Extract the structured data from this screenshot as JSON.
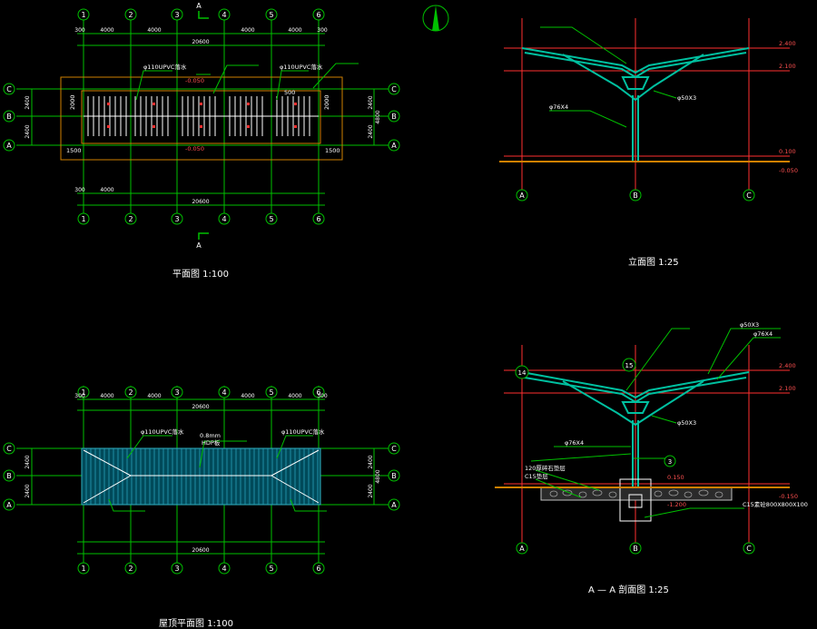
{
  "drawings": {
    "plan": {
      "title": "平面图 1:100",
      "axes_top": [
        "1",
        "2",
        "3",
        "4",
        "5",
        "6"
      ],
      "axes_side": [
        "C",
        "B",
        "A"
      ],
      "dims_top": [
        "300",
        "4000",
        "4000",
        "4000",
        "4000",
        "300"
      ],
      "total": "20600",
      "section_mark": "A",
      "side_dims": [
        "2400",
        "2400"
      ],
      "right_dims": [
        "2400",
        "4800",
        "2400"
      ],
      "labels": [
        "φ110UPVC落水",
        "φ110UPVC落水"
      ],
      "levels": [
        "-0.050",
        "-0.050"
      ],
      "notes": [
        "1500",
        "1500",
        "2000",
        "2000",
        "500"
      ]
    },
    "roof": {
      "title": "屋顶平面图 1:100",
      "axes_top": [
        "1",
        "2",
        "3",
        "4",
        "5",
        "6"
      ],
      "axes_side": [
        "C",
        "B",
        "A"
      ],
      "dims_top": [
        "300",
        "4000",
        "4000",
        "4000",
        "4000",
        "300"
      ],
      "total": "20600",
      "labels": [
        "φ110UPVC落水",
        "0.8mm",
        "HDP板",
        "φ110UPVC落水"
      ],
      "side_dims": [
        "2400",
        "2400"
      ],
      "right_dims": [
        "2400",
        "4800",
        "2400"
      ]
    },
    "elevation": {
      "title": "立面图 1:25",
      "axes": [
        "A",
        "B",
        "C"
      ],
      "levels": [
        "2.400",
        "2.100",
        "0.100",
        "-0.050"
      ],
      "labels": [
        "φ50X3",
        "φ76X4"
      ]
    },
    "section": {
      "title": "A — A 剖面图 1:25",
      "axes": [
        "A",
        "B",
        "C"
      ],
      "levels": [
        "2.400",
        "2.100",
        "0.150",
        "-0.150",
        "-1.200"
      ],
      "labels": [
        "φ50X3",
        "φ76X4",
        "φ50X3",
        "φ76X4",
        "120厚碎石垫层",
        "C15垫层",
        "C15素砼800X800X100"
      ],
      "markers": [
        "14",
        "15",
        "3"
      ]
    }
  }
}
